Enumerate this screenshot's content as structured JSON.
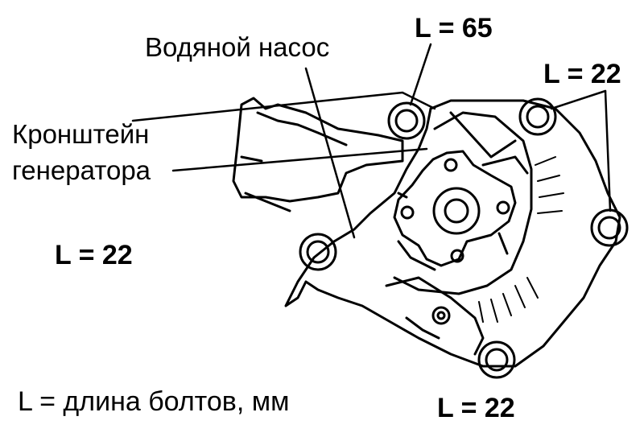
{
  "labels": {
    "water_pump": "Водяной насос",
    "alternator_bracket_line1": "Кронштейн",
    "alternator_bracket_line2": "генератора",
    "bolt_top": "L = 65",
    "bolt_top_right": "L = 22",
    "bolt_left": "L = 22",
    "bolt_bottom": "L = 22",
    "legend": "L = длина болтов, мм"
  }
}
